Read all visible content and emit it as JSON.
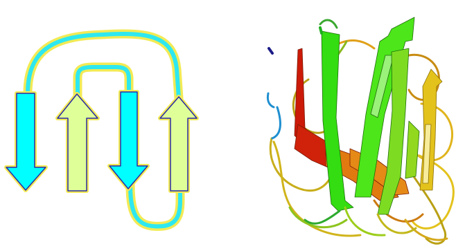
{
  "colors": {
    "background": "#ffffff",
    "strand_a": "#00ffff",
    "strand_b": "#dfff99",
    "strand_outline": "#2a2aa6",
    "loop_core": "#2ee8f0",
    "loop_halo": "#f2ea55",
    "ribbon_green": "#33dd11",
    "ribbon_lime": "#88e622",
    "ribbon_yellow": "#e3c21c",
    "ribbon_orange": "#e07a10",
    "ribbon_red": "#cc1a08",
    "ribbon_blue": "#1f8fd0",
    "ribbon_navy": "#1c1c88"
  },
  "panels": {
    "topology": {
      "strands": [
        {
          "direction": "down",
          "color": "strand_a"
        },
        {
          "direction": "up",
          "color": "strand_b"
        },
        {
          "direction": "down",
          "color": "strand_a"
        },
        {
          "direction": "up",
          "color": "strand_b"
        }
      ],
      "connections": [
        "outer-top-loop",
        "inner-top-loop",
        "bottom-loop"
      ]
    },
    "ribbon": {
      "representation": "cartoon",
      "coloring": "rainbow"
    }
  }
}
